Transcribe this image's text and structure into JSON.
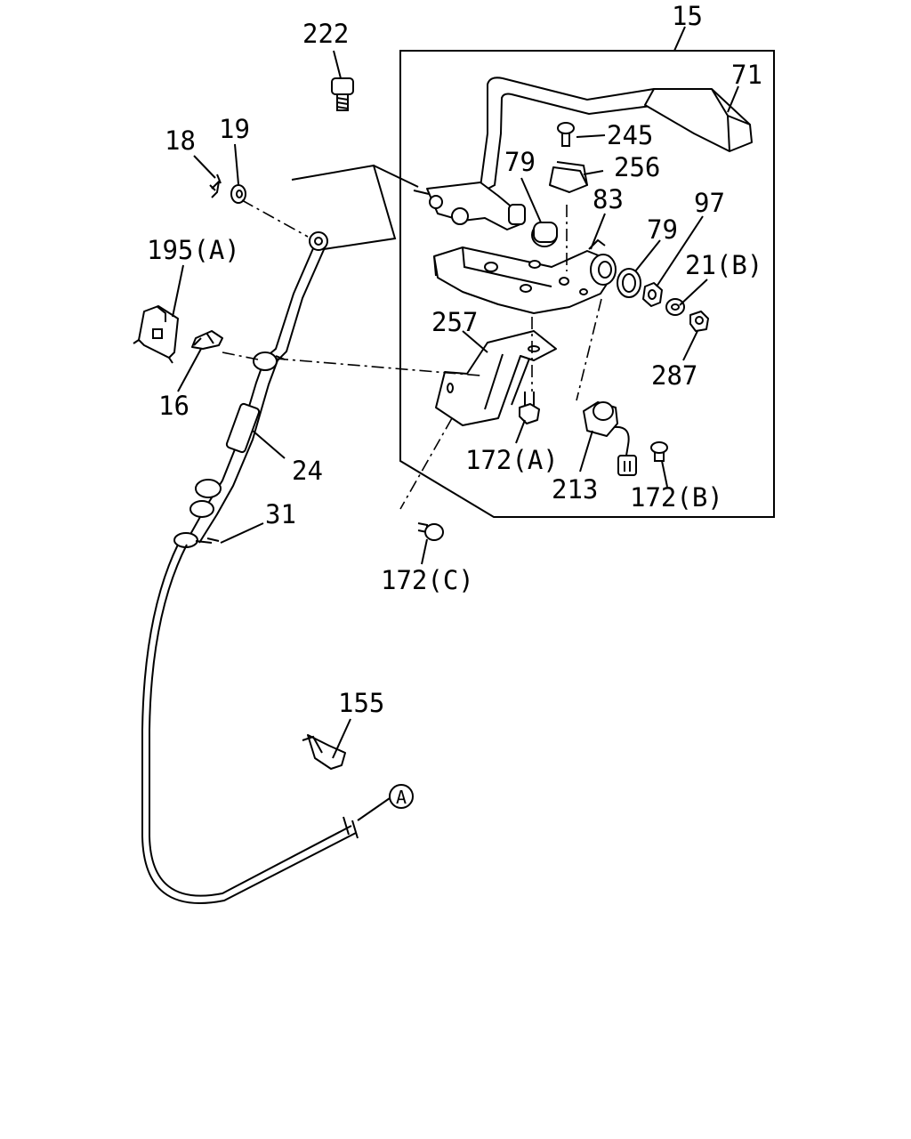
{
  "callouts": {
    "c15": "15",
    "c71": "71",
    "c222": "222",
    "c245": "245",
    "c256": "256",
    "c79a": "79",
    "c83": "83",
    "c97": "97",
    "c79b": "79",
    "c21b": "21(B)",
    "c18": "18",
    "c19": "19",
    "c195a": "195(A)",
    "c257": "257",
    "c287": "287",
    "c16": "16",
    "c172a": "172(A)",
    "c24": "24",
    "c213": "213",
    "c172b": "172(B)",
    "c31": "31",
    "c172c": "172(C)",
    "c155": "155",
    "cA": "A"
  }
}
